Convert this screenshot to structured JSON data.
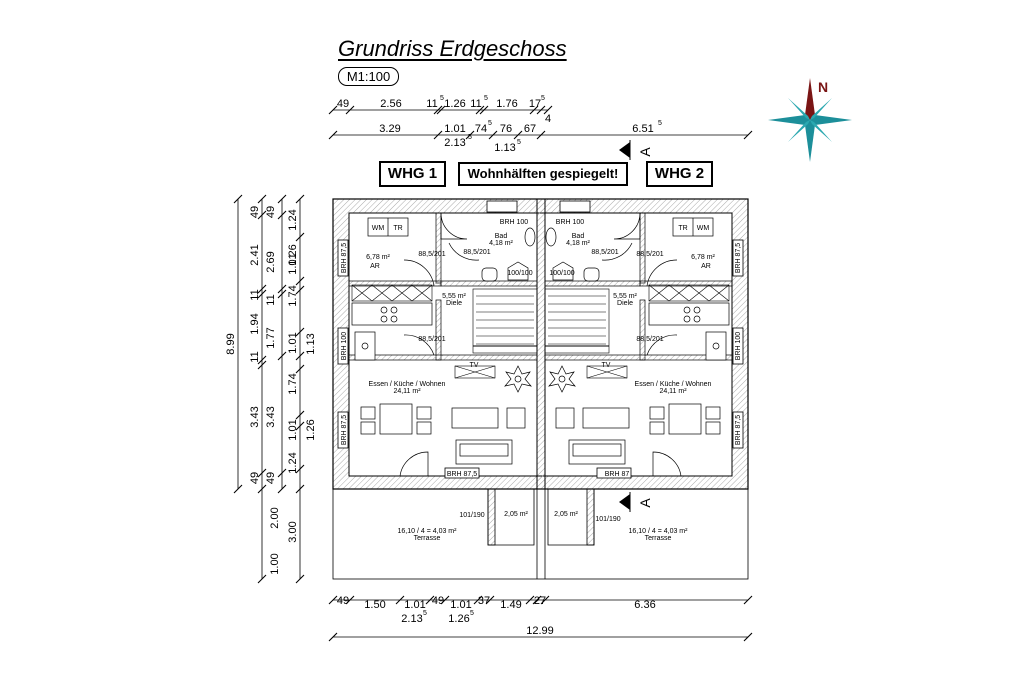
{
  "title": "Grundriss Erdgeschoss",
  "scale": "M1:100",
  "labels": {
    "whg1": "WHG 1",
    "whg2": "WHG 2",
    "mirrored": "Wohnhälften gespiegelt!",
    "section": "A",
    "compass": "N"
  },
  "dims_top_row1": [
    "49",
    "2.56",
    "11",
    "1.26",
    "11",
    "1.76",
    "17",
    "4"
  ],
  "dims_top_row1_sup": [
    "5",
    "5",
    "5"
  ],
  "dims_top_row2": [
    "3.29",
    "1.01",
    "74",
    "76",
    "67",
    "6.51"
  ],
  "dims_top_row2_sup": [
    "5",
    "5"
  ],
  "dims_top_row3": [
    "2.13",
    "1.13"
  ],
  "dims_top_row3_sup": [
    "5",
    "5"
  ],
  "dims_bottom_row1": [
    "49",
    "1.50",
    "1.01",
    "49",
    "1.01",
    "37",
    "1.49",
    "27",
    "6.36"
  ],
  "dims_bottom_row2": [
    "2.13",
    "1.26"
  ],
  "dims_bottom_row2_sup": [
    "5",
    "5"
  ],
  "dims_bottom_total": "12.99",
  "dims_left_total": "8.99",
  "dims_left_col2": [
    "49",
    "2.41",
    "11",
    "1.94",
    "11",
    "3.43",
    "49",
    "2.00",
    "1.00"
  ],
  "dims_left_col3": [
    "49",
    "2.69",
    "11",
    "1.77",
    "3.43",
    "49",
    "3.00"
  ],
  "dims_left_col4": [
    "1.24",
    "1.26",
    "1.01",
    "1.74",
    "1.01",
    "1.13",
    "1.74",
    "1.01",
    "1.26",
    "1.24"
  ],
  "rooms": {
    "bad": "Bad",
    "bad_area": "4,18 m²",
    "ar": "AR",
    "ar_area": "6,78 m²",
    "diele": "Diele",
    "diele_area": "5,55 m²",
    "essen": "Essen / Küche / Wohnen",
    "essen_area": "24,11 m²",
    "terrasse": "Terrasse",
    "terrasse_area": "16,10 / 4 = 4,03 m²",
    "entry_area": "2,05 m²"
  },
  "annotations": {
    "brh100": "BRH 100",
    "brh875": "BRH 87,5",
    "brh87": "BRH 87",
    "door885": "88,5/201",
    "door101": "101/190",
    "door100": "100/100",
    "wm": "WM",
    "tr": "TR",
    "tv": "TV"
  }
}
